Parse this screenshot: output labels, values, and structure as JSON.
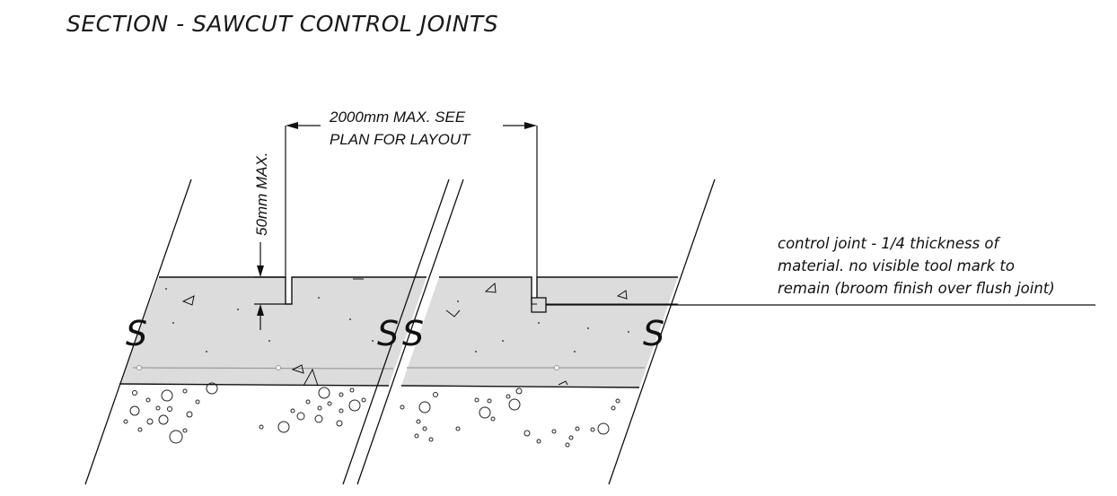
{
  "title": "SECTION - SAWCUT CONTROL JOINTS",
  "dimensions": {
    "spacing_line1": "2000mm MAX. SEE",
    "spacing_line2": "PLAN FOR LAYOUT",
    "depth": "50mm MAX."
  },
  "callout": {
    "line1": "control joint - 1/4 thickness of",
    "line2": "material. no visible tool mark to",
    "line3": "remain (broom finish over flush joint)"
  },
  "break_marks": [
    "S",
    "S",
    "S",
    "S"
  ],
  "colors": {
    "concrete_fill": "#dcdcdc",
    "line": "#111111",
    "reinforcement": "#9a9a9a"
  }
}
